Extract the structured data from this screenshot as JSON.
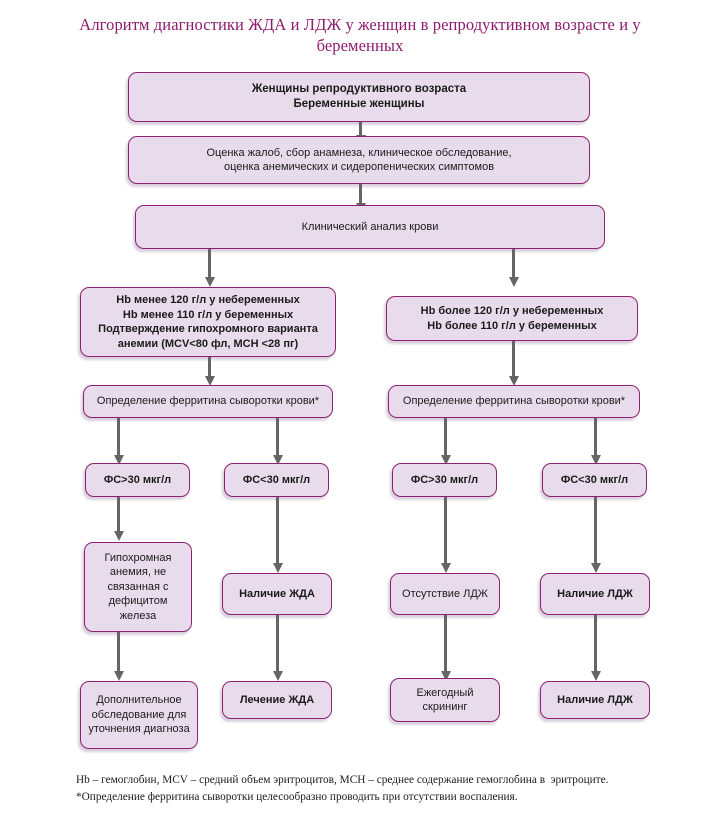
{
  "title": "Алгоритм диагностики ЖДА и ЛДЖ у женщин в репродуктивном\nвозрасте и у беременных",
  "title_color": "#8d1b6e",
  "palette": {
    "box_fill": "#e8dcec",
    "box_border": "#8e2173",
    "connector": "#656565",
    "text": "#1b1b1b",
    "background": "#ffffff"
  },
  "nodes": {
    "population": "Женщины репродуктивного возраста\nБеременные женщины",
    "assessment": "Оценка жалоб, сбор анамнеза, клиническое обследование,\nоценка анемических и сидеропенических симптомов",
    "blood_test": "Клинический анализ крови",
    "hb_low": "Hb менее 120 г/л у небеременных\nHb менее 110 г/л у беременных\nПодтверждение гипохромного варианта\nанемии (MCV<80 фл, MCH <28 пг)",
    "hb_normal": "Hb более 120 г/л у небеременных\nHb более 110 г/л у беременных",
    "ferritin_left": "Определение ферритина сыворотки крови*",
    "ferritin_right": "Определение ферритина сыворотки крови*",
    "fs_high_left": "ФС>30 мкг/л",
    "fs_low_left": "ФС<30 мкг/л",
    "fs_high_right": "ФС>30 мкг/л",
    "fs_low_right": "ФС<30 мкг/л",
    "hypochromic": "Гипохромная\nанемия, не\nсвязанная с\nдефицитом\nжелеза",
    "ida_present": "Наличие ЖДА",
    "ldj_absent": "Отсутствие ЛДЖ",
    "ldj_present": "Наличие ЛДЖ",
    "additional_exam": "Дополнительное\nобследование для\nуточнения диагноза",
    "ida_treatment": "Лечение ЖДА",
    "annual_screening": "Ежегодный\nскрининг",
    "ldj_present_bottom": "Наличие ЛДЖ"
  },
  "footnotes": [
    "Hb – гемоглобин, MCV – средний объем эритроцитов, MCH – среднее содержание гемоглобина в  эритроците.",
    "*Определение ферритина сыворотки целесообразно проводить при отсутствии воспаления."
  ]
}
